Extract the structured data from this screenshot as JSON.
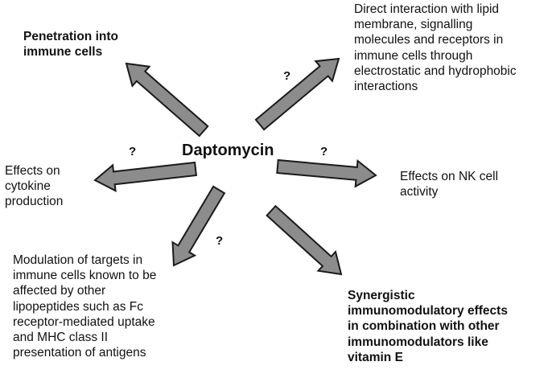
{
  "center": {
    "label": "Daptomycin"
  },
  "nodes": {
    "penetration": "Penetration into\nimmune cells",
    "direct_interaction": "Direct interaction with lipid\nmembrane, signalling\nmolecules and receptors in\nimmune cells through\nelectrostatic and hydrophobic\ninteractions",
    "cytokine": "Effects on\ncytokine\nproduction",
    "nk_cell": "Effects on NK cell\nactivity",
    "modulation": "Modulation of targets in\nimmune cells known to be\naffected by other\nlipopeptides such as Fc\nreceptor-mediated uptake\nand MHC class II\npresentation of antigens",
    "synergistic": "Synergistic\nimmunomodulatory effects\nin combination with other\nimmunomodulators like\nvitamin E"
  },
  "question_marks": {
    "upper_right": "?",
    "left": "?",
    "right": "?",
    "lower_left": "?"
  },
  "colors": {
    "arrow_fill": "#8c8c8c",
    "arrow_stroke": "#1a1a1a",
    "text": "#111111"
  }
}
